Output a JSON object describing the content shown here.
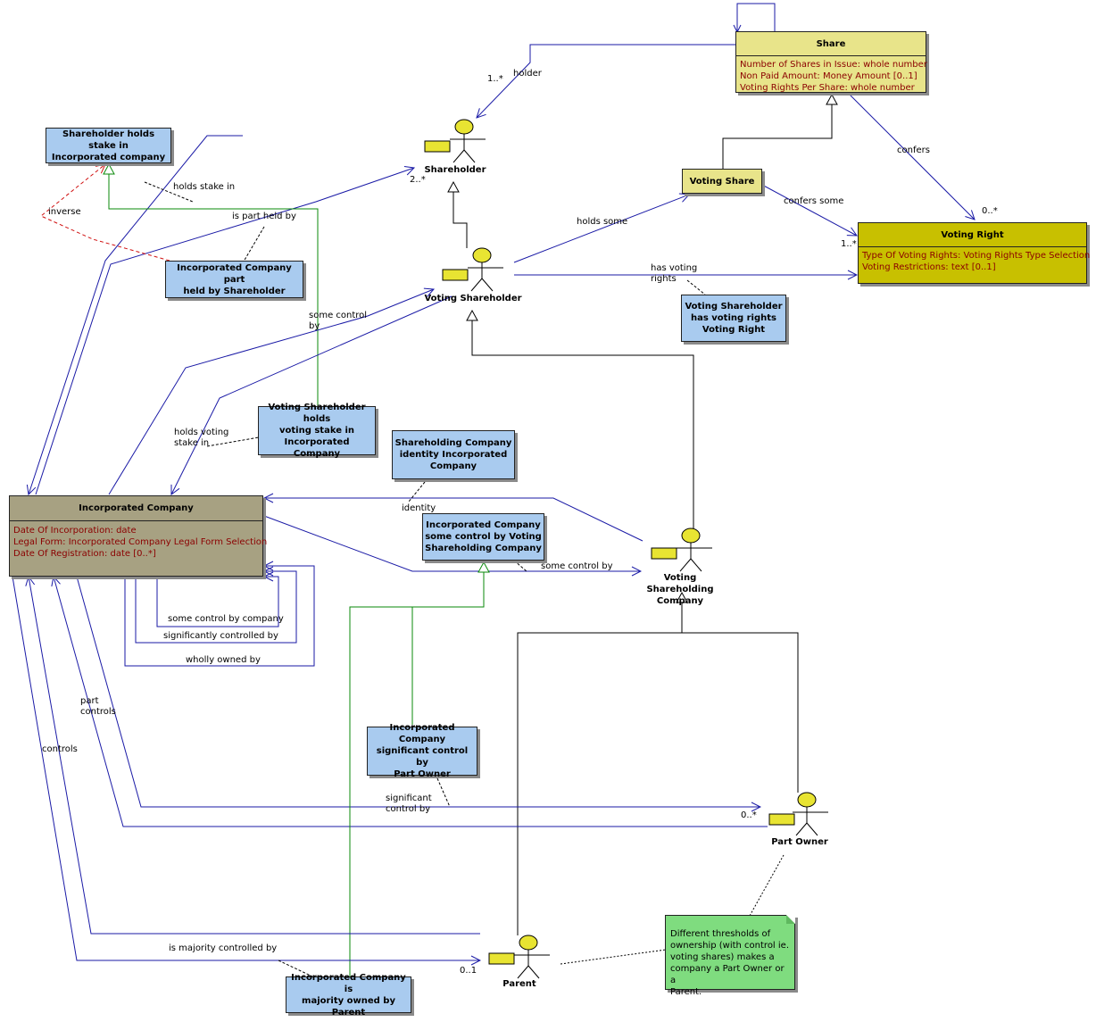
{
  "classes": {
    "share": {
      "name": "Share",
      "attributes": [
        "Number of Shares in Issue:  whole number",
        "Non Paid Amount:  Money Amount [0..1]",
        "Voting Rights Per Share:  whole number"
      ]
    },
    "voting_share": {
      "name": "Voting Share"
    },
    "voting_right": {
      "name": "Voting Right",
      "attributes": [
        "Type Of Voting Rights:  Voting Rights Type Selection",
        "Voting Restrictions:  text [0..1]"
      ]
    },
    "incorporated_company": {
      "name": "Incorporated Company",
      "attributes": [
        "Date Of Incorporation:  date",
        "Legal Form:  Incorporated Company Legal Form Selection",
        "Date Of Registration:  date [0..*]"
      ]
    }
  },
  "actors": {
    "shareholder": "Shareholder",
    "voting_shareholder": "Voting Shareholder",
    "voting_shareholding_company": [
      "Voting",
      "Shareholding",
      "Company"
    ],
    "part_owner": "Part Owner",
    "parent": "Parent"
  },
  "association_classes": {
    "shareholder_holds_stake": [
      "Shareholder holds stake in",
      "Incorporated company"
    ],
    "inc_part_held": [
      "Incorporated Company part",
      "held by Shareholder"
    ],
    "voting_shareholder_voting_rights": [
      "Voting Shareholder",
      "has voting rights",
      "Voting Right"
    ],
    "voting_shareholder_holds_voting_stake": [
      "Voting Shareholder holds",
      "voting stake in",
      "Incorporated Company"
    ],
    "shareholding_identity": [
      "Shareholding Company",
      "identity Incorporated",
      "Company"
    ],
    "inc_some_control": [
      "Incorporated Company",
      "some control by Voting",
      "Shareholding Company"
    ],
    "inc_significant_control": [
      "Incorporated Company",
      "significant control by",
      "Part Owner"
    ],
    "inc_majority_owned": [
      "Incorporated Company is",
      "majority owned by Parent"
    ]
  },
  "note": {
    "lines": [
      "Different thresholds of",
      "ownership (with control ie.",
      "voting shares) makes a",
      "company a Part Owner or a",
      "Parent."
    ]
  },
  "labels": {
    "holder": "holder",
    "holder_mult": "1..*",
    "confers": "confers",
    "voting_right_mult": "0..*",
    "confers_some": "confers some",
    "confers_some_mult": "1..*",
    "holds_some": "holds some",
    "has_voting_rights": [
      "has voting",
      "rights"
    ],
    "holds_stake_in": "holds stake in",
    "shareholder_mult": "2..*",
    "inverse": "inverse",
    "is_part_held_by": "is part held by",
    "some_control_by": [
      "some control",
      "by"
    ],
    "holds_voting_stake_in": [
      "holds voting",
      "stake in"
    ],
    "identity": "identity",
    "some_control_by_2": "some control by",
    "some_control_by_company": "some control by company",
    "significantly_controlled_by": "significantly controlled by",
    "wholly_owned_by": "wholly owned by",
    "part_controls": [
      "part",
      "controls"
    ],
    "controls": "controls",
    "significant_control_by": [
      "significant",
      "control by"
    ],
    "part_owner_mult": "0..*",
    "is_majority_controlled_by": "is majority controlled by",
    "parent_mult": "0..1"
  }
}
